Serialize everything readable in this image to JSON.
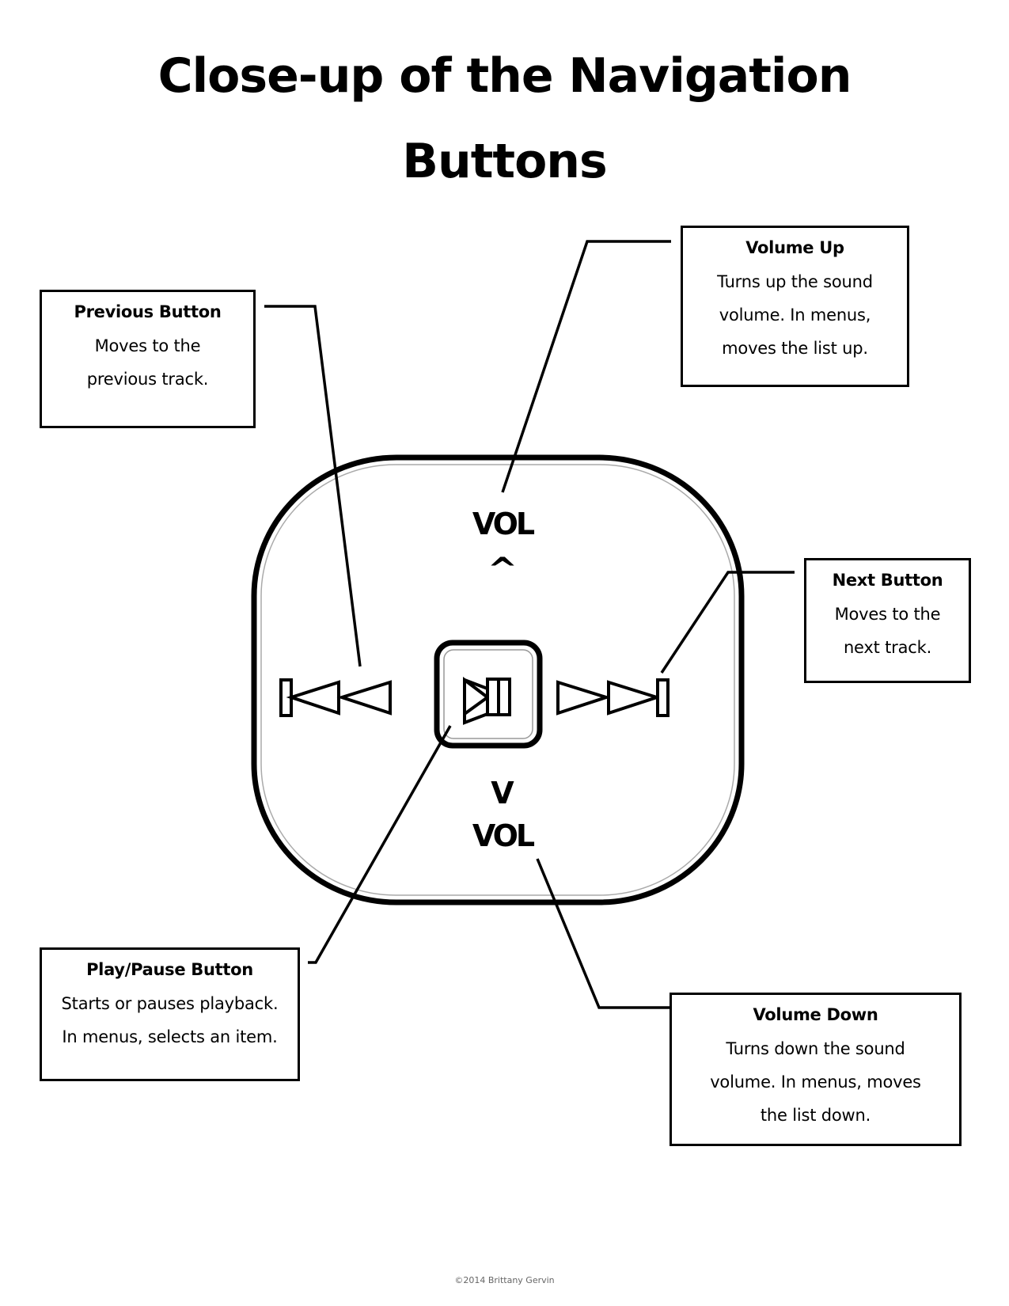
{
  "title": {
    "line1": "Close-up of the Navigation",
    "line2": "Buttons"
  },
  "device": {
    "vol_up_label": "VOL",
    "vol_up_symbol": "^",
    "vol_down_symbol": "V",
    "vol_down_label": "VOL",
    "icons": [
      "previous-track-icon",
      "play-pause-icon",
      "next-track-icon"
    ]
  },
  "callouts": {
    "previous": {
      "heading": "Previous Button",
      "lines": [
        "Moves to the",
        "previous track."
      ]
    },
    "volume_up": {
      "heading": "Volume Up",
      "lines": [
        "Turns up the sound",
        "volume. In menus,",
        "moves the list up."
      ]
    },
    "next": {
      "heading": "Next Button",
      "lines": [
        "Moves to the",
        "next track."
      ]
    },
    "play_pause": {
      "heading": "Play/Pause Button",
      "lines": [
        "Starts or pauses playback.",
        "In menus, selects an item."
      ]
    },
    "volume_down": {
      "heading": "Volume Down",
      "lines": [
        "Turns down the sound",
        "volume. In menus, moves",
        "the list down."
      ]
    }
  },
  "footer": "©2014 Brittany Gervin"
}
